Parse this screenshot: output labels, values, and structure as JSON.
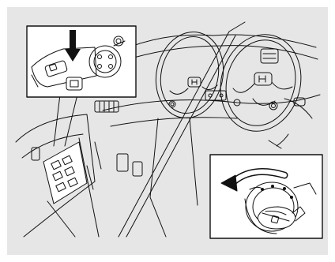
{
  "figure": {
    "background_color": "#e6e6e6",
    "line_color": "#111111",
    "fill_color": "#ffffff",
    "insets": [
      {
        "name": "power-window-lock-switch-inset",
        "shows": "arrow-pressing-switch"
      },
      {
        "name": "ignition-key-turn-inset",
        "shows": "curved-arrow-counterclockwise"
      }
    ]
  }
}
